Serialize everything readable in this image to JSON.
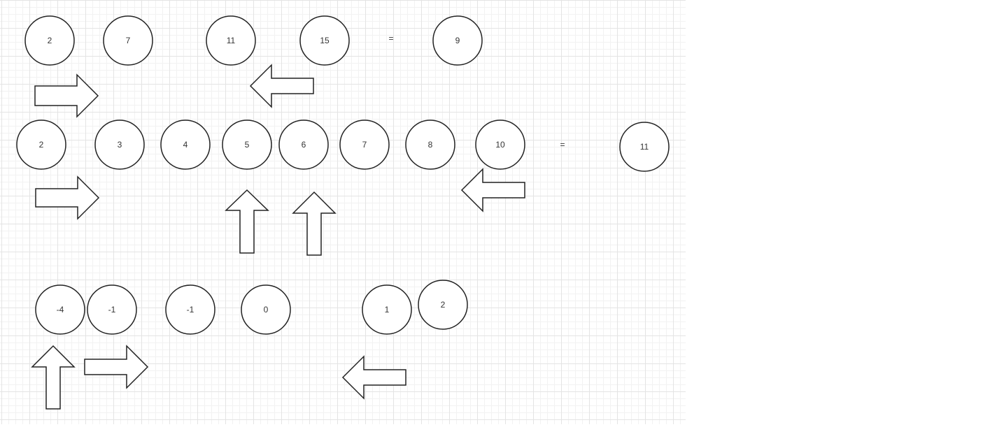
{
  "rows": [
    {
      "id": "row-1",
      "nodes": [
        "2",
        "7",
        "11",
        "15",
        "=",
        "9"
      ]
    },
    {
      "id": "row-2",
      "nodes": [
        "2",
        "3",
        "4",
        "5",
        "6",
        "7",
        "8",
        "10",
        "=",
        "11"
      ]
    },
    {
      "id": "row-3",
      "nodes": [
        "-4",
        "-1",
        "-1",
        "0",
        "1",
        "2"
      ]
    }
  ],
  "arrows": [
    {
      "row": "row-1",
      "direction": "right"
    },
    {
      "row": "row-1",
      "direction": "left"
    },
    {
      "row": "row-2",
      "direction": "right"
    },
    {
      "row": "row-2",
      "direction": "up"
    },
    {
      "row": "row-2",
      "direction": "up"
    },
    {
      "row": "row-2",
      "direction": "left"
    },
    {
      "row": "row-3",
      "direction": "up"
    },
    {
      "row": "row-3",
      "direction": "right"
    },
    {
      "row": "row-3",
      "direction": "left"
    }
  ],
  "colors": {
    "stroke": "#222222",
    "fill": "#ffffff",
    "grid_major": "#e4e4e4",
    "grid_minor": "#f2f2f2"
  },
  "icon_names": [
    "right-arrow-icon",
    "left-arrow-icon",
    "up-arrow-icon"
  ]
}
